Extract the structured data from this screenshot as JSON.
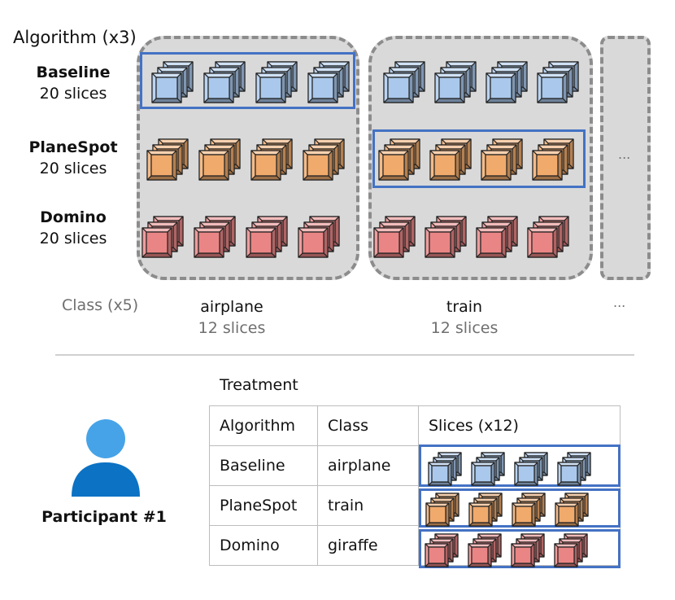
{
  "diagram": {
    "algorithm_header": "Algorithm (x3)",
    "algorithms": [
      {
        "name": "Baseline",
        "slices": "20 slices",
        "color": "#a9c8ec"
      },
      {
        "name": "PlaneSpot",
        "slices": "20 slices",
        "color": "#f0aa6c"
      },
      {
        "name": "Domino",
        "slices": "20 slices",
        "color": "#ea8585"
      }
    ],
    "class_header": "Class (x5)",
    "classes": [
      {
        "name": "airplane",
        "slices": "12 slices"
      },
      {
        "name": "train",
        "slices": "12 slices"
      }
    ],
    "ellipsis": "...",
    "highlight_color": "#4472c4"
  },
  "treatment": {
    "title": "Treatment",
    "participant_label": "Participant #1",
    "columns": [
      "Algorithm",
      "Class",
      "Slices (x12)"
    ],
    "rows": [
      {
        "algorithm": "Baseline",
        "class": "airplane"
      },
      {
        "algorithm": "PlaneSpot",
        "class": "train"
      },
      {
        "algorithm": "Domino",
        "class": "giraffe"
      }
    ],
    "person_color": "#0b72c4"
  }
}
